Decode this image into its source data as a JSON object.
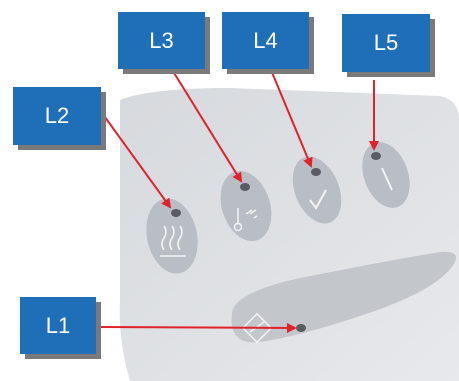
{
  "labels": {
    "l1": "L1",
    "l2": "L2",
    "l3": "L3",
    "l4": "L4",
    "l5": "L5"
  },
  "colors": {
    "label_fill": "#1f6fb8",
    "label_text": "#ffffff",
    "arrow": "#e0232a",
    "panel": "#dcdfe3",
    "button": "#b9bec4",
    "led": "#595d62"
  },
  "icons": {
    "l1_button": "diamond-icon",
    "l2_button": "heat-waves-icon",
    "l3_button": "thermometer-icon",
    "l4_button": "checkmark-icon",
    "l5_button": "slash-icon"
  }
}
